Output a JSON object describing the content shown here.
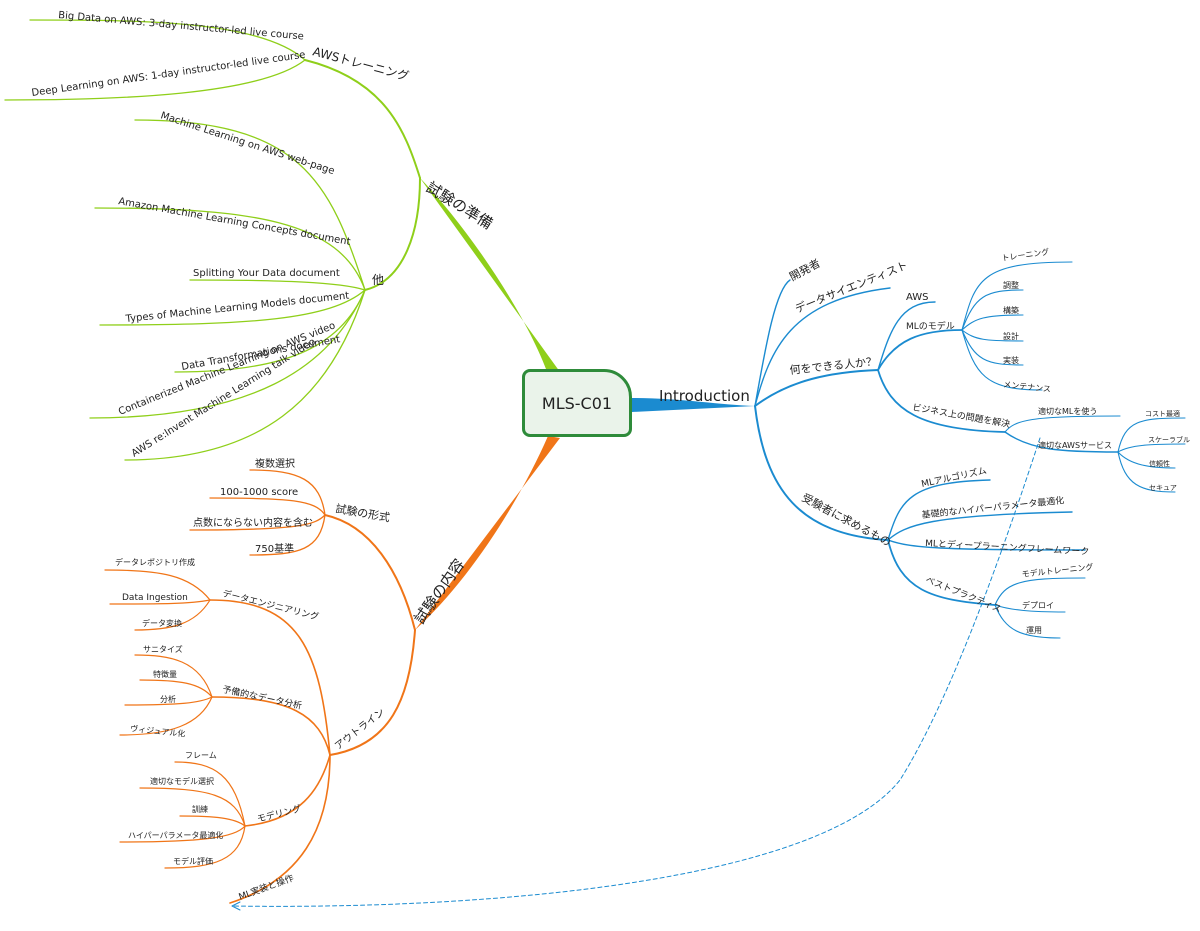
{
  "root": "MLS-C01",
  "colors": {
    "green": "#8fcf1a",
    "orange": "#f07518",
    "blue": "#1b8bd0",
    "root_border": "#2e8b3a"
  },
  "branches": {
    "prep": {
      "label": "試験の準備",
      "aws_training": {
        "label": "AWSトレーニング",
        "items": [
          "Big Data on AWS: 3-day instructor-led live course",
          "Deep Learning on AWS: 1-day instructor-led live course"
        ]
      },
      "other": {
        "label": "他",
        "items": [
          "Machine Learning on AWS web-page",
          "Amazon Machine Learning Concepts document",
          "Splitting Your Data document",
          "Types of Machine Learning Models document",
          "Data Transformations document",
          "Containerized Machine Learning on AWS video",
          "AWS re:Invent Machine Learning talk video"
        ]
      }
    },
    "content": {
      "label": "試験の内容",
      "format": {
        "label": "試験の形式",
        "items": [
          "複数選択",
          "100-1000 score",
          "点数にならない内容を含む",
          "750基準"
        ]
      },
      "outline": {
        "label": "アウトライン",
        "data_eng": {
          "label": "データエンジニアリング",
          "items": [
            "データレポジトリ作成",
            "Data Ingestion",
            "データ変換"
          ]
        },
        "eda": {
          "label": "予備的なデータ分析",
          "items": [
            "サニタイズ",
            "特徴量",
            "分析",
            "ヴィジュアル化"
          ]
        },
        "modeling": {
          "label": "モデリング",
          "items": [
            "フレーム",
            "適切なモデル選択",
            "訓練",
            "ハイパーパラメータ最適化",
            "モデル評価"
          ]
        },
        "ml_impl": {
          "label": "ML実装と操作"
        }
      }
    },
    "intro": {
      "label": "Introduction",
      "developer": "開発者",
      "data_scientist": "データサイエンティスト",
      "what_can": {
        "label": "何をできる人か？",
        "aws": "AWS",
        "ml_model": {
          "label": "MLのモデル",
          "items": [
            "トレーニング",
            "調整",
            "構築",
            "設計",
            "実装",
            "メンテナンス"
          ]
        },
        "biz": {
          "label": "ビジネス上の問題を解決",
          "appropriate_ml": "適切なMLを使う",
          "aws_services": {
            "label": "適切なAWSサービス",
            "items": [
              "コスト最適",
              "スケーラブル",
              "信頼性",
              "セキュア"
            ]
          }
        }
      },
      "requirements": {
        "label": "受験者に求めるもの",
        "items": [
          "MLアルゴリズム",
          "基礎的なハイパーパラメータ最適化",
          "MLとディープラーニングフレームワーク"
        ],
        "best": {
          "label": "ベストプラクティス",
          "items": [
            "モデルトレーニング",
            "デプロイ",
            "運用"
          ]
        }
      }
    }
  }
}
